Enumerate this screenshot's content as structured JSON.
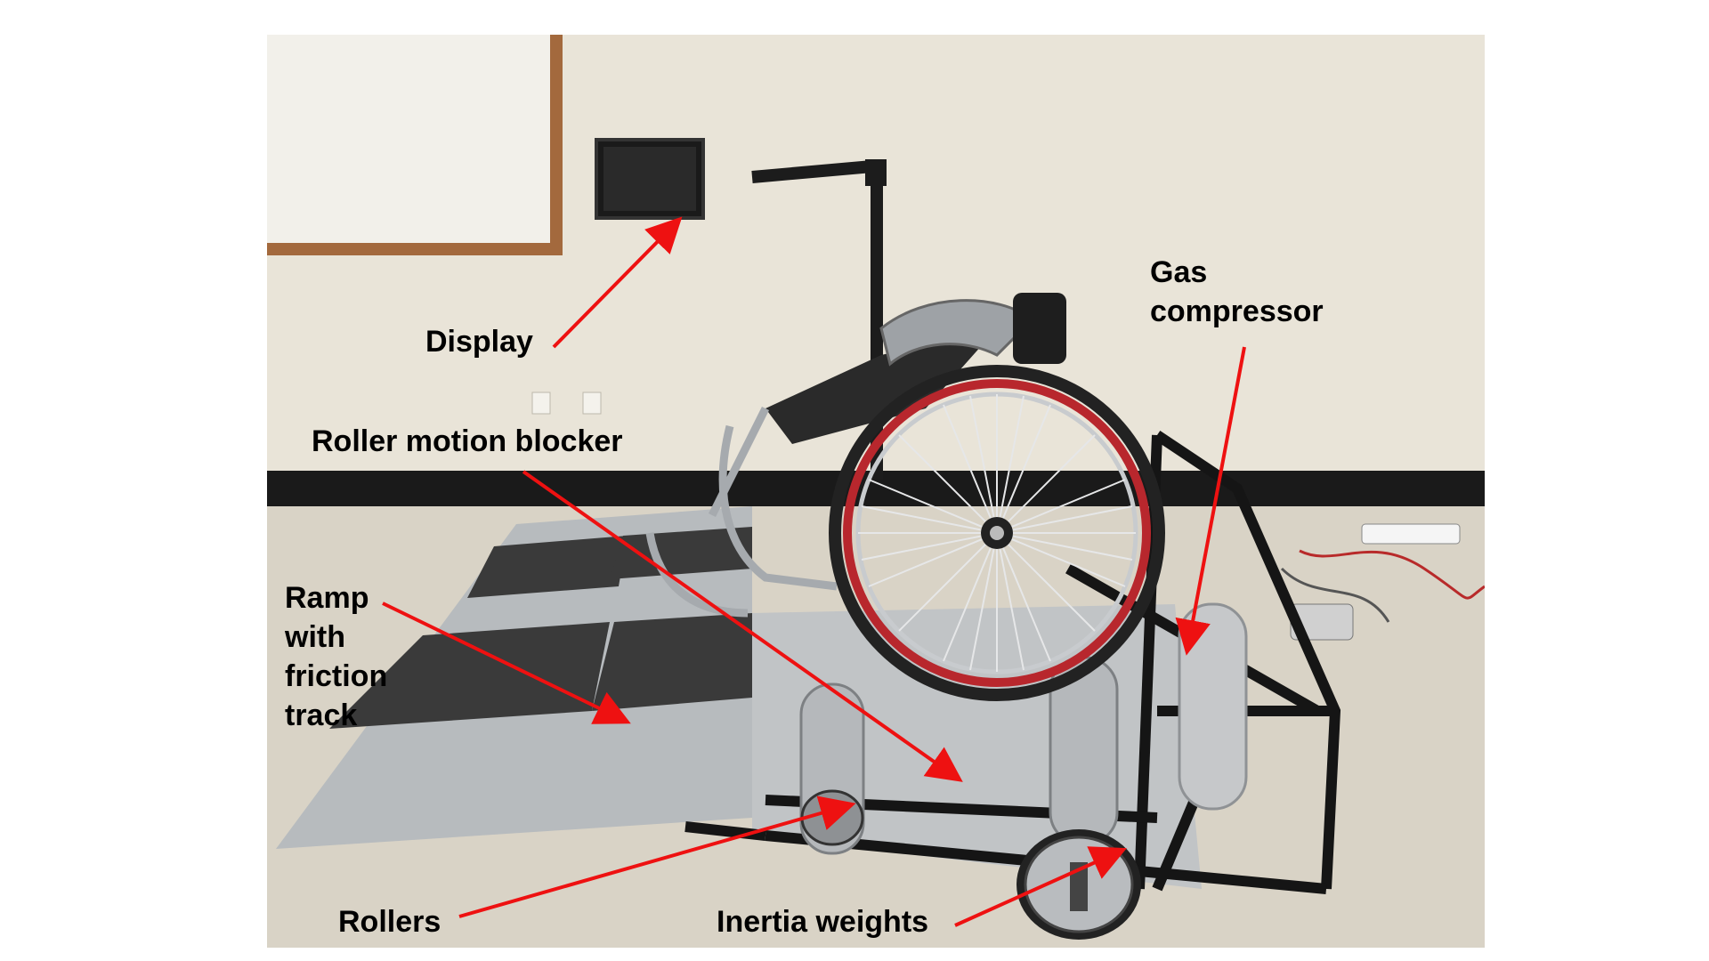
{
  "annotations": {
    "display": "Display",
    "gas_compressor_line1": "Gas",
    "gas_compressor_line2": "compressor",
    "roller_motion_blocker": "Roller motion blocker",
    "ramp_line1": "Ramp",
    "ramp_line2": "with",
    "ramp_line3": "friction",
    "ramp_line4": "track",
    "rollers": "Rollers",
    "inertia_weights": "Inertia weights"
  },
  "colors": {
    "arrow": "#ee1111",
    "label": "#000000",
    "wall": "#e9e4d8",
    "floor": "#d9d3c6",
    "baseboard": "#1a1a1a",
    "frame": "#151515",
    "metal": "#a9adb1",
    "ramp_track": "#3a3a3a",
    "tire_red": "#b8272d"
  }
}
